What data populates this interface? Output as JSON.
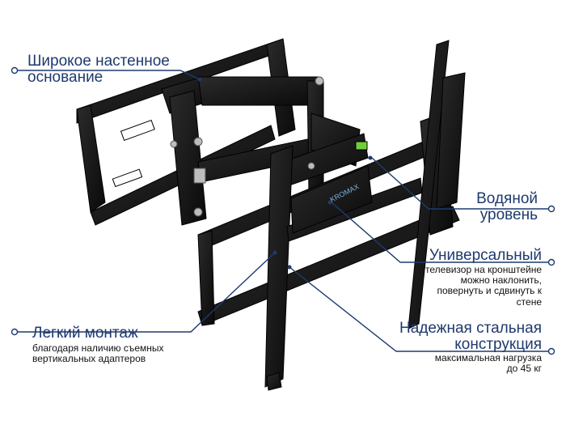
{
  "colors": {
    "callout": "#1f3a6e",
    "bracket": "#121212",
    "bolt": "#bdbdbd"
  },
  "bracket_logo": "KROMAX",
  "callouts": {
    "wall_base": {
      "title": "Широкое настенное основание"
    },
    "water_level": {
      "title": "Водяной уровень"
    },
    "universal": {
      "title": "Универсальный",
      "desc": "телевизор на кронштейне можно наклонить, повернуть и сдвинуть к стене"
    },
    "easy_mount": {
      "title": "Легкий монтаж",
      "desc": "благодаря наличию съемных вертикальных адаптеров"
    },
    "steel": {
      "title": "Надежная стальная конструкция",
      "desc": "максимальная нагрузка до 45 кг"
    }
  }
}
